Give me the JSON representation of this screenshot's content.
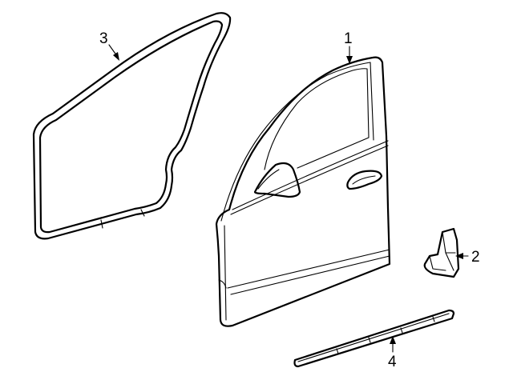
{
  "diagram": {
    "background": "#ffffff",
    "line_color": "#000000",
    "callouts": [
      {
        "number": "1",
        "part": "front-door-shell"
      },
      {
        "number": "2",
        "part": "door-bracket"
      },
      {
        "number": "3",
        "part": "door-weatherstrip"
      },
      {
        "number": "4",
        "part": "door-lower-molding"
      }
    ]
  }
}
